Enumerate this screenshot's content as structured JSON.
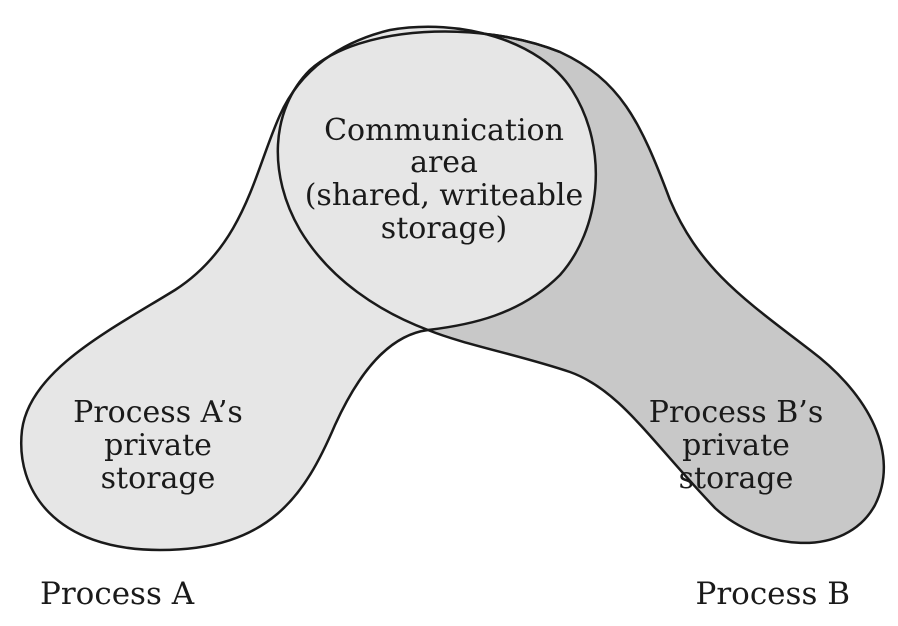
{
  "diagram": {
    "shared_region": {
      "lines": [
        "Communication",
        "area",
        "(shared, writeable",
        "storage)"
      ]
    },
    "process_a_region": {
      "lines": [
        "Process A’s",
        "private",
        "storage"
      ]
    },
    "process_b_region": {
      "lines": [
        "Process B’s",
        "private",
        "storage"
      ]
    },
    "process_a_label": "Process A",
    "process_b_label": "Process B",
    "colors": {
      "process_a_fill": "#e6e6e6",
      "process_b_fill": "#c8c8c8",
      "outline": "#1a1a1a",
      "background": "#ffffff"
    }
  }
}
